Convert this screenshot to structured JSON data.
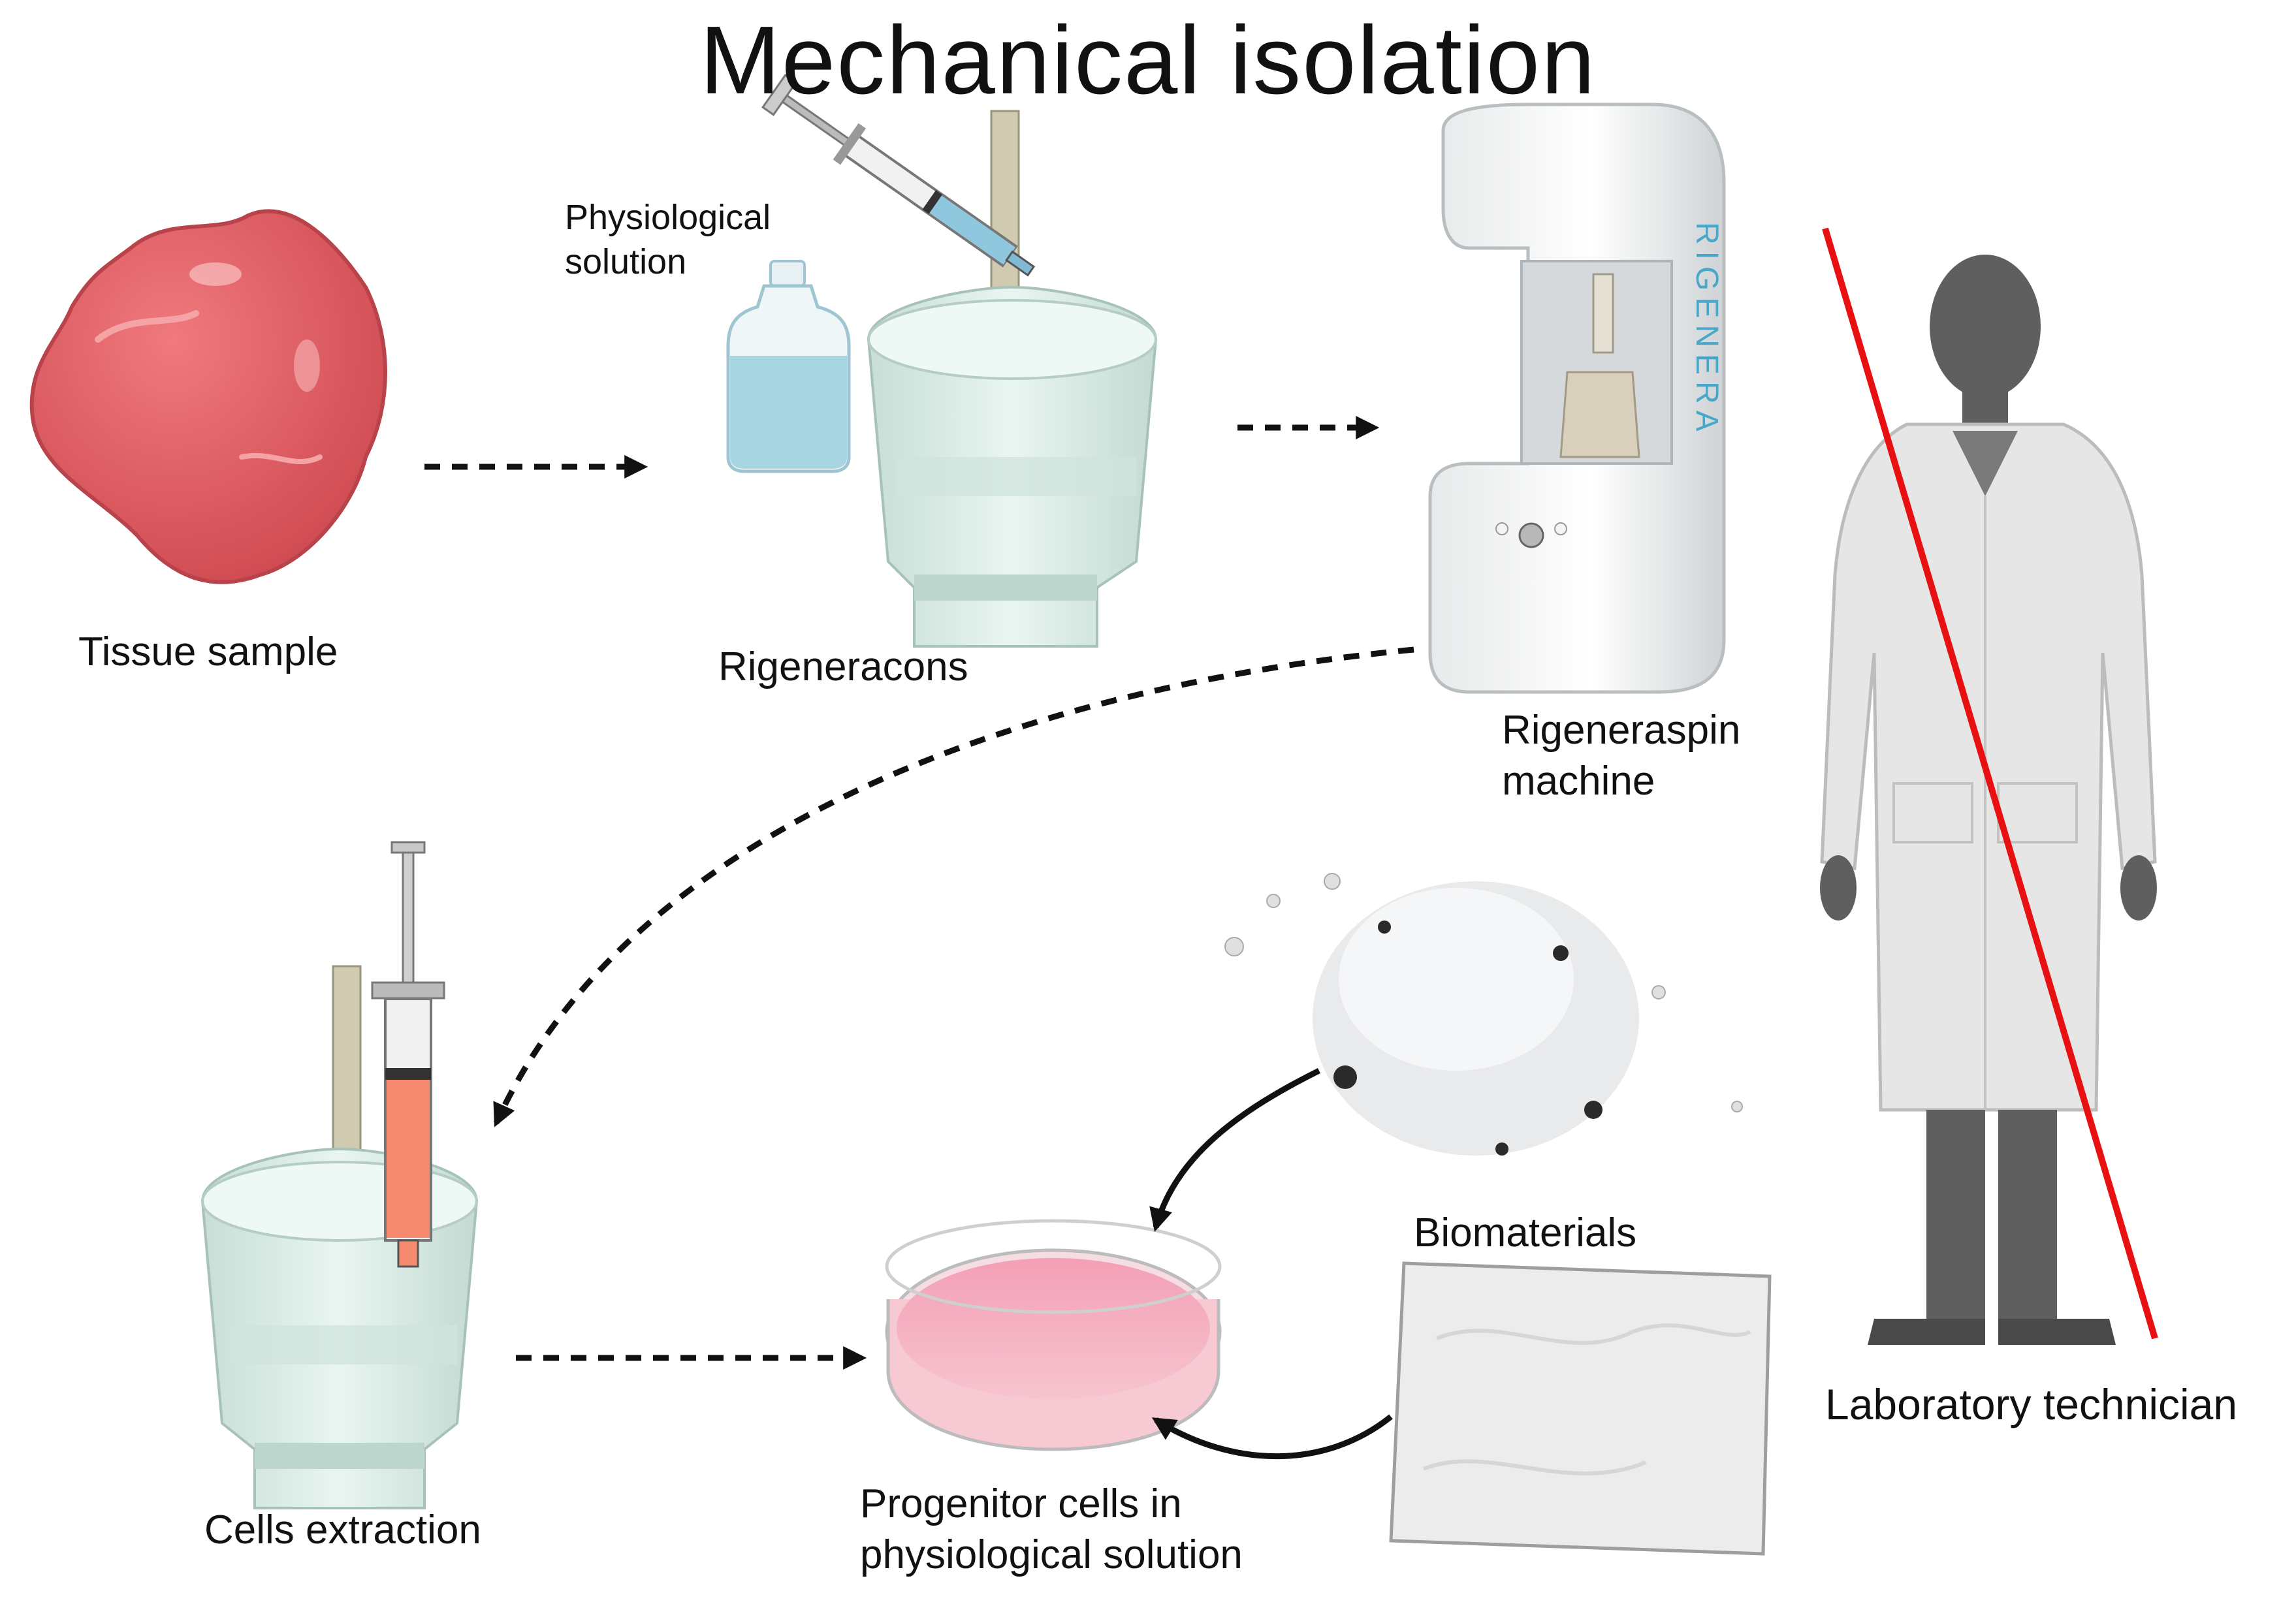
{
  "title": "Mechanical  isolation",
  "labels": {
    "tissue": "Tissue sample",
    "physio_line1": "Physiological",
    "physio_line2": "solution",
    "rigeneracons": "Rigeneracons",
    "machine_line1": "Rigeneraspin",
    "machine_line2": "machine",
    "technician": "Laboratory technician",
    "cells_extraction": "Cells extraction",
    "biomaterials": "Biomaterials",
    "progenitor_line1": "Progenitor cells in",
    "progenitor_line2": "physiological solution"
  },
  "machine_brand": "RIGENERA",
  "colors": {
    "tissue": "#e0575d",
    "device": "#dcefe8",
    "solution": "#a7d6e2",
    "dish_liquid": "#f2a4b7",
    "cross_line": "#e81010",
    "person": "#5f5f5f",
    "coat": "#e6e6e6"
  }
}
